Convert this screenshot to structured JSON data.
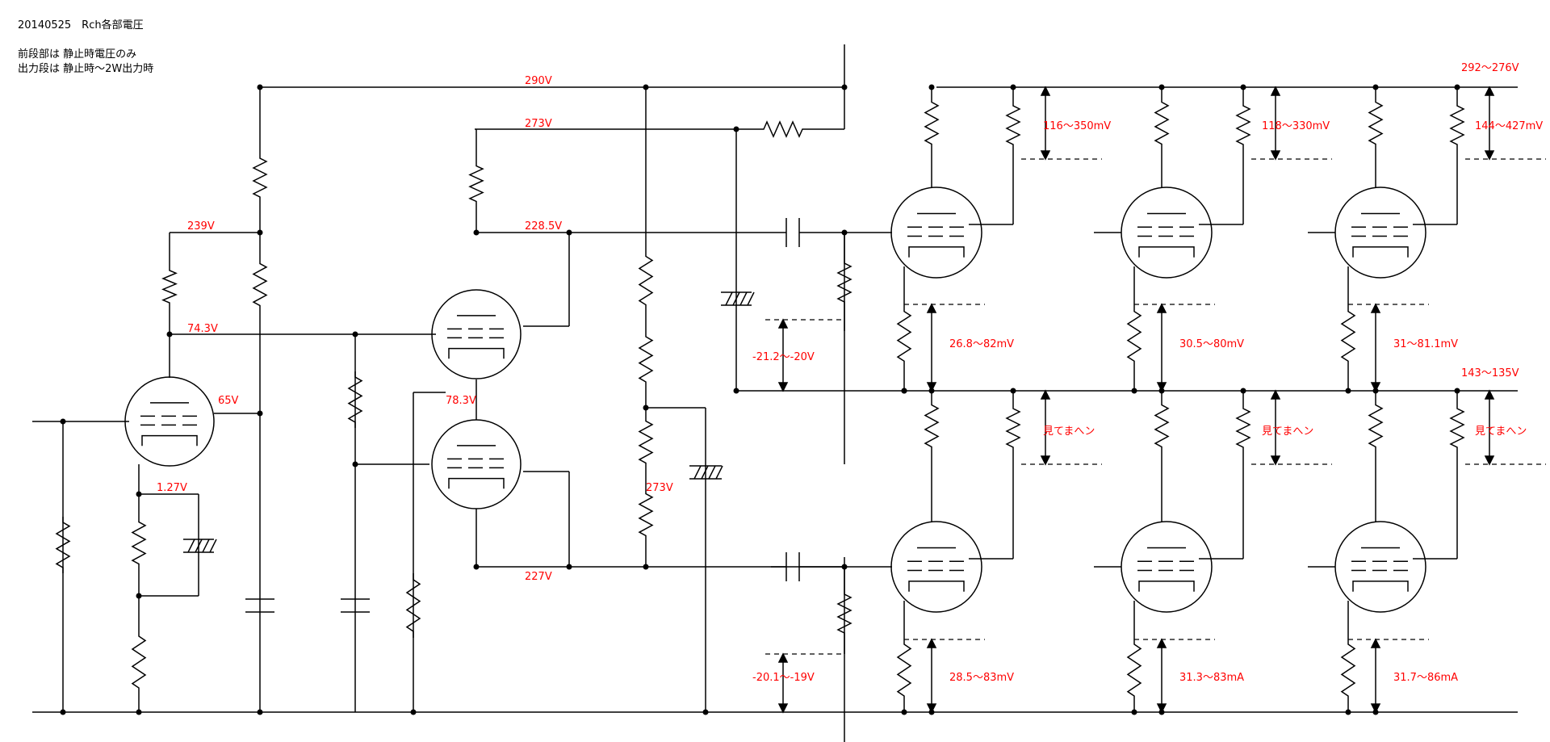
{
  "header": {
    "title": "20140525　Rch各部電圧",
    "note1": "前段部は 静止時電圧のみ",
    "note2": "出力段は 静止時～2W出力時"
  },
  "colors": {
    "label": "#ff0000",
    "wire": "#000000",
    "dash": "#000000"
  },
  "labels": {
    "v290": "290V",
    "v273a": "273V",
    "v239": "239V",
    "v2285": "228.5V",
    "v743": "74.3V",
    "v65": "65V",
    "v783": "78.3V",
    "v127": "1.27V",
    "v273b": "273V",
    "v227": "227V",
    "bias1": "-21.2～-20V",
    "bias2": "-20.1～-19V",
    "b_top": "292～276V",
    "b_mid": "143～135V",
    "r1": "116～350mV",
    "r2": "118～330mV",
    "r3": "144～427mV",
    "c1": "26.8～82mV",
    "c2": "30.5～80mV",
    "c3": "31～81.1mV",
    "m1": "見てまへン",
    "m2": "見てまへン",
    "m3": "見てまへン",
    "d1": "28.5～83mV",
    "d2": "31.3～83mA",
    "d3": "31.7～86mA"
  }
}
